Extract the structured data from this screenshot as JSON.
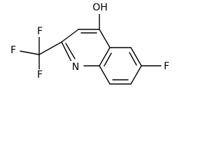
{
  "molecule": {
    "labels": {
      "hydroxyl": "OH",
      "ring_nitrogen": "N",
      "aryl_fluorine": "F",
      "cf3_fluorine_top": "F",
      "cf3_fluorine_left": "F",
      "cf3_fluorine_bottom": "F"
    }
  }
}
